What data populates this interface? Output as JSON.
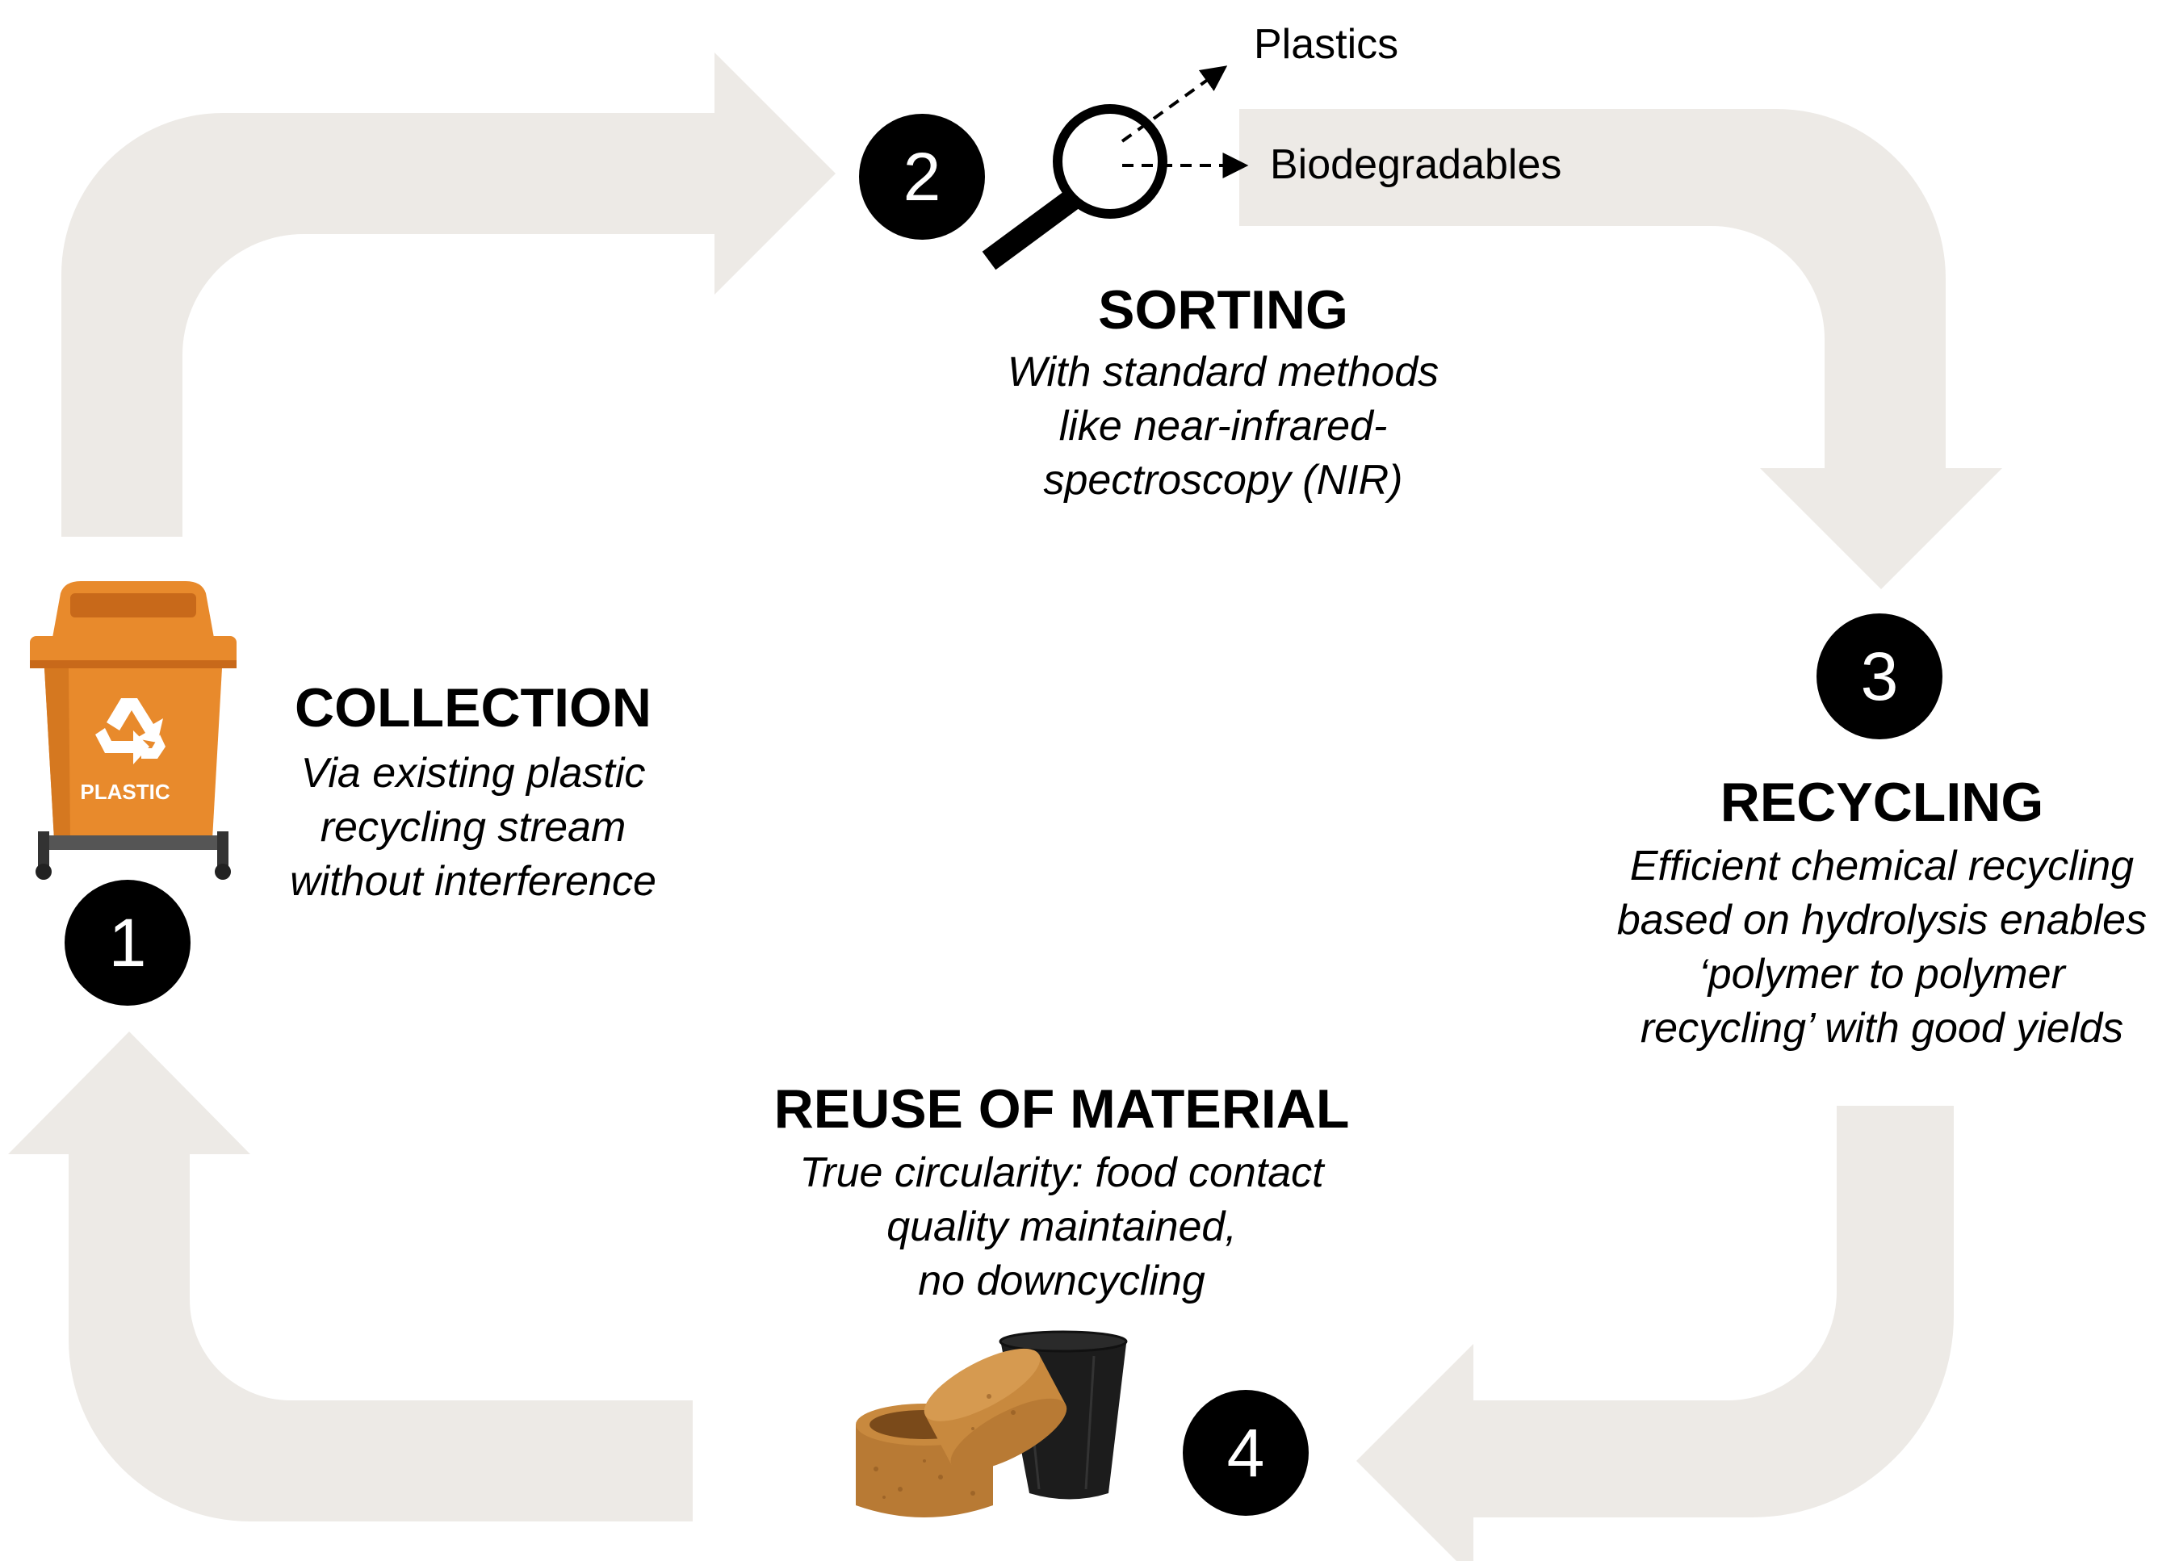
{
  "colors": {
    "arrow_fill": "#EDEAE6",
    "badge_fill": "#000000",
    "bin_orange": "#E88A2C",
    "bin_dark_orange": "#C8691A",
    "cork": "#C8893E",
    "cup": "#1C1C1C"
  },
  "icons": {
    "bin": "orange-recycling-bin-icon",
    "magnifier": "magnifying-glass-icon",
    "products": "cork-jar-and-cup-icon"
  },
  "bin_label": "PLASTIC",
  "sorting_outputs": [
    "Plastics",
    "Biodegradables"
  ],
  "steps": [
    {
      "number": "1",
      "title": "COLLECTION",
      "desc": [
        "Via existing plastic",
        "recycling stream",
        "without interference"
      ]
    },
    {
      "number": "2",
      "title": "SORTING",
      "desc": [
        "With standard methods",
        "like near-infrared-",
        "spectroscopy (NIR)"
      ]
    },
    {
      "number": "3",
      "title": "RECYCLING",
      "desc": [
        "Efficient chemical recycling",
        "based on hydrolysis enables",
        "‘polymer to polymer",
        "recycling’ with good yields"
      ]
    },
    {
      "number": "4",
      "title": "REUSE OF MATERIAL",
      "desc": [
        "True circularity: food contact",
        "quality maintained,",
        "no downcycling"
      ]
    }
  ]
}
